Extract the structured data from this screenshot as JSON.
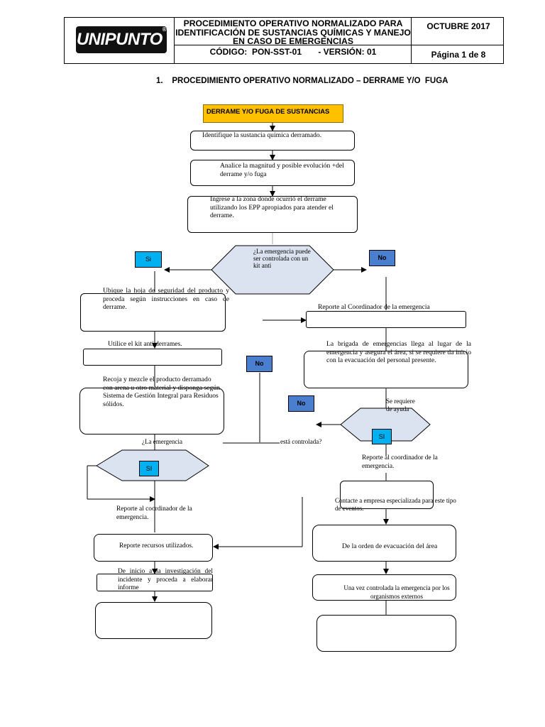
{
  "header": {
    "logo_text": "UNIPUNTO",
    "logo_mark": "®",
    "title": "PROCEDIMIENTO OPERATIVO NORMALIZADO PARA IDENTIFICACIÓN DE SUSTANCIAS QUÍMICAS Y MANEJO EN CASO DE EMERGENCIAS",
    "code": "CÓDIGO:  PON-SST-01       - VERSIÓN: 01",
    "date": "OCTUBRE 2017",
    "page": "Página 1 de 8"
  },
  "section_title": "1.    PROCEDIMIENTO OPERATIVO NORMALIZADO – DERRAME Y/O  FUGA",
  "flow": {
    "start": "DERRAME Y/O FUGA DE SUSTANCIAS",
    "identify": "Identifique la sustancia química derramado.",
    "analyze": "Analice la magnitud y posible evolución +del derrame y/o fuga",
    "enter": "Ingrese a la zona donde ocurrió el derrame utilizando los EPP apropiados para atender el derrame.",
    "decision1": "¿La emergencia puede ser controlada con un kit anti",
    "yes1": "Si",
    "no1": "No",
    "locate_sheet": "Ubique la hoja de seguridad del producto y proceda según instrucciones en caso de derrame.",
    "report_coord1": "Reporte al Coordinador de la emergencia",
    "use_kit": "Utilice el kit anti derrames.",
    "brigade": "La brigada de emergencias llega al lugar de la emergencia y asegura el área, si se requiere da inicio con la evacuación del personal presente.",
    "no2": "No",
    "collect": "Recoja y mezcle el producto derramado con arena u otro material y disponga según Sistema de Gestión Integral para Residuos sólidos.",
    "no3": "No",
    "need_help": "Se requiere de ayuda",
    "yes3": "SI",
    "decision2_a": "¿La emergencia",
    "decision2_b": "está controlada?",
    "yes2": "SI",
    "report_coord2": "Reporte al coordinador de la emergencia.",
    "contact": "Contacte a empresa especializada para este tipo de eventos.",
    "report_coord3": "Reporte al coordinador de la emergencia.",
    "report_resources": "Reporte recursos utilizados.",
    "evacuation": "De la orden de evacuación del área",
    "investigate": "De inicio a la investigación del incidente y proceda a elaborar informe",
    "controlled": "Una vez controlada la emergencia por los organismos externos"
  },
  "colors": {
    "start_fill": "#ffc000",
    "yes_fill": "#00b0f0",
    "no_fill": "#4a7fd0",
    "decision_fill": "#dce3f0"
  }
}
